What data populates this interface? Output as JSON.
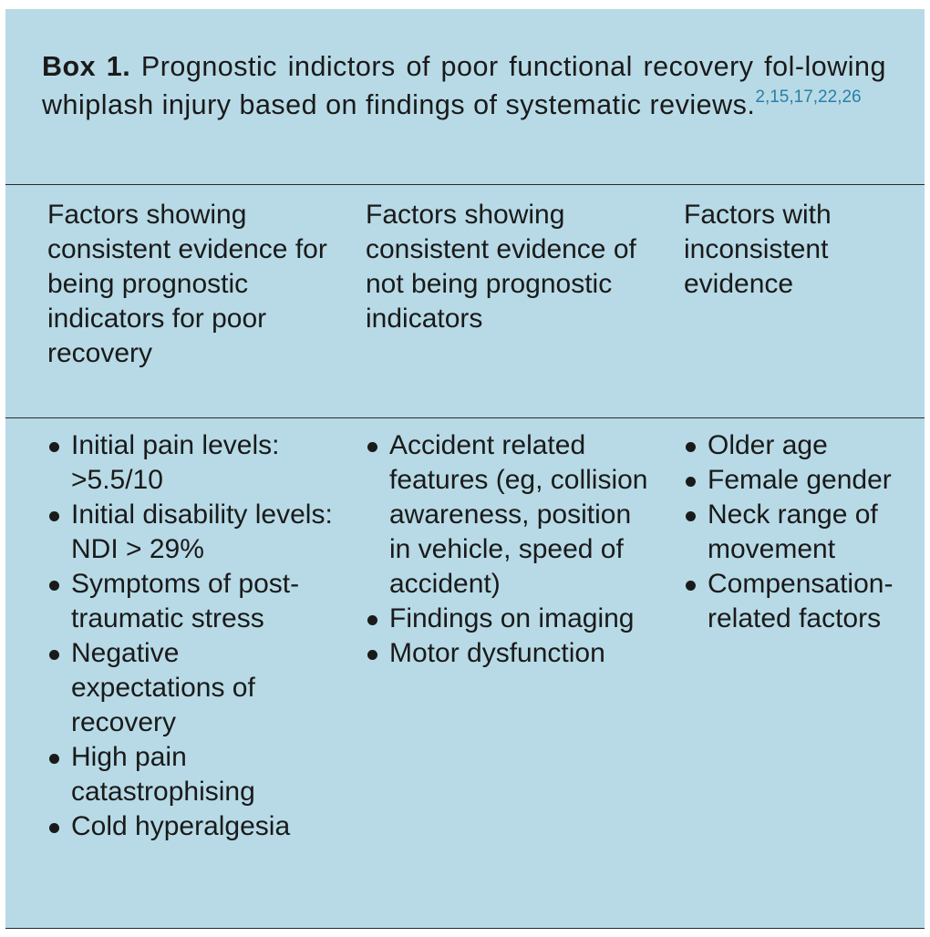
{
  "box": {
    "label": "Box 1.",
    "caption": "Prognostic indictors of poor functional recovery fol-lowing whiplash injury based on findings of systematic reviews.",
    "refs": "2,15,17,22,26",
    "columns": [
      {
        "heading": "Factors showing consistent evidence for being prognostic indicators for poor recovery",
        "items": [
          "Initial pain levels: >5.5/10",
          "Initial disability levels: NDI > 29%",
          "Symptoms of post-traumatic stress",
          "Negative expectations of recovery",
          "High pain catastrophising",
          "Cold hyperalgesia"
        ]
      },
      {
        "heading": "Factors showing consistent evidence of not being prognostic indicators",
        "items": [
          "Accident related features (eg, collision awareness, position in vehicle, speed of accident)",
          "Findings on imaging",
          "Motor dysfunction"
        ]
      },
      {
        "heading": "Factors with inconsistent evidence",
        "items": [
          "Older age",
          "Female gender",
          "Neck range of movement",
          "Compensation-related factors"
        ]
      }
    ]
  }
}
